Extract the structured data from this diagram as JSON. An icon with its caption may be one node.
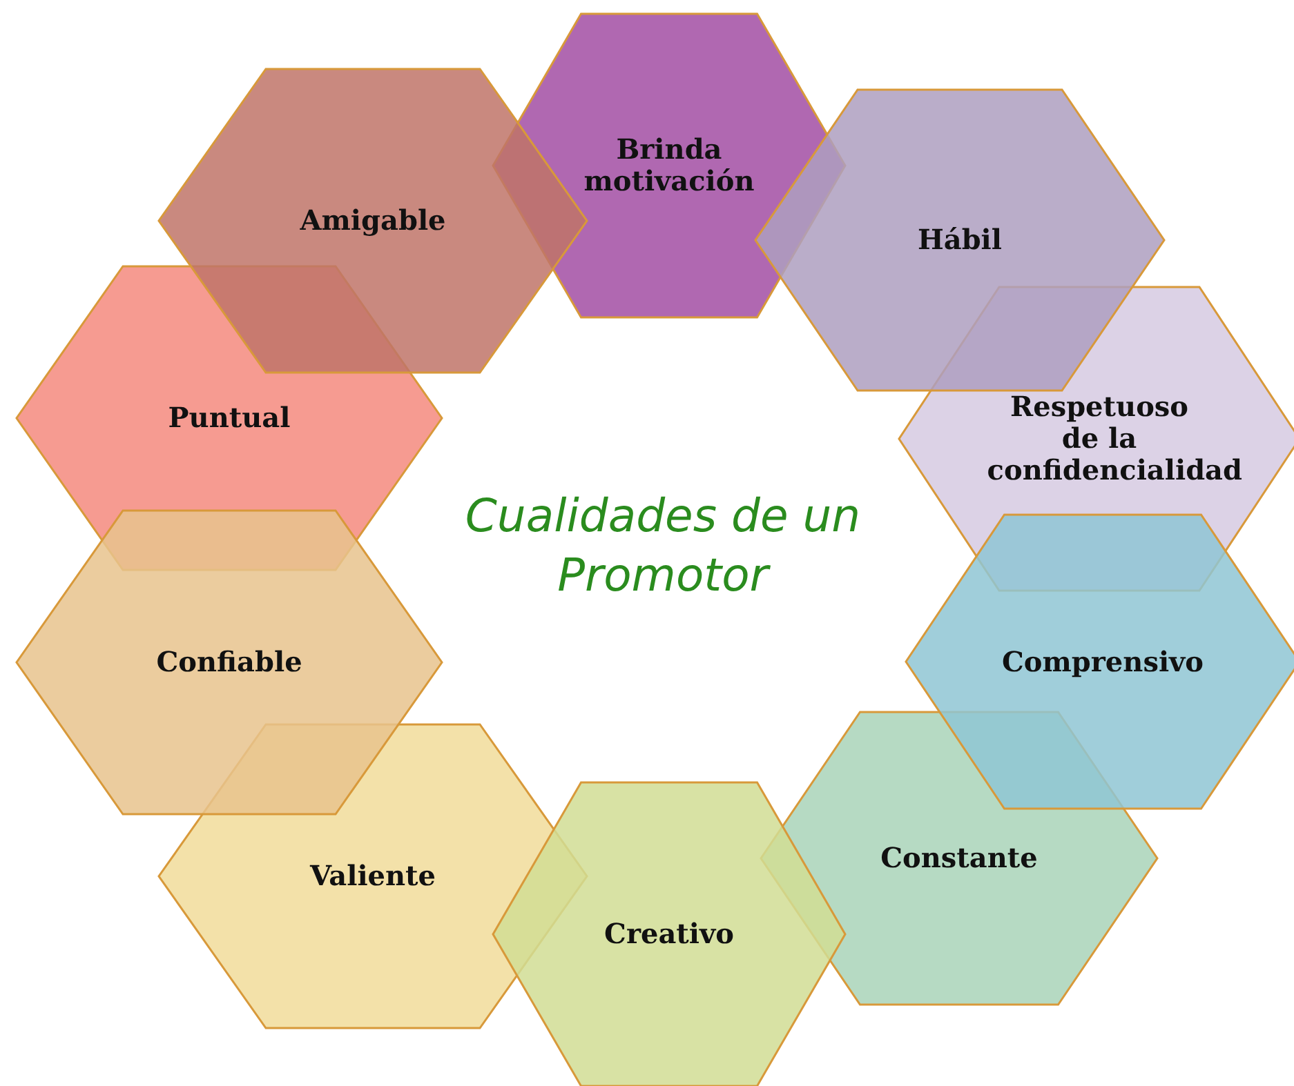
{
  "diagram": {
    "title": "Cualidades de un Promotor",
    "nodes": [
      {
        "text": [
          "Brinda motivación"
        ]
      },
      {
        "text": [
          "Hábil"
        ]
      },
      {
        "text": [
          "Respetuoso de la confidencialidad"
        ]
      },
      {
        "text": [
          "Comprensivo"
        ]
      },
      {
        "text": [
          "Constante"
        ]
      },
      {
        "text": [
          "Creativo"
        ]
      },
      {
        "text": [
          "Valiente"
        ]
      },
      {
        "text": [
          "Confiable"
        ]
      },
      {
        "text": [
          "Puntual"
        ]
      },
      {
        "text": [
          "Amigable"
        ]
      }
    ]
  }
}
